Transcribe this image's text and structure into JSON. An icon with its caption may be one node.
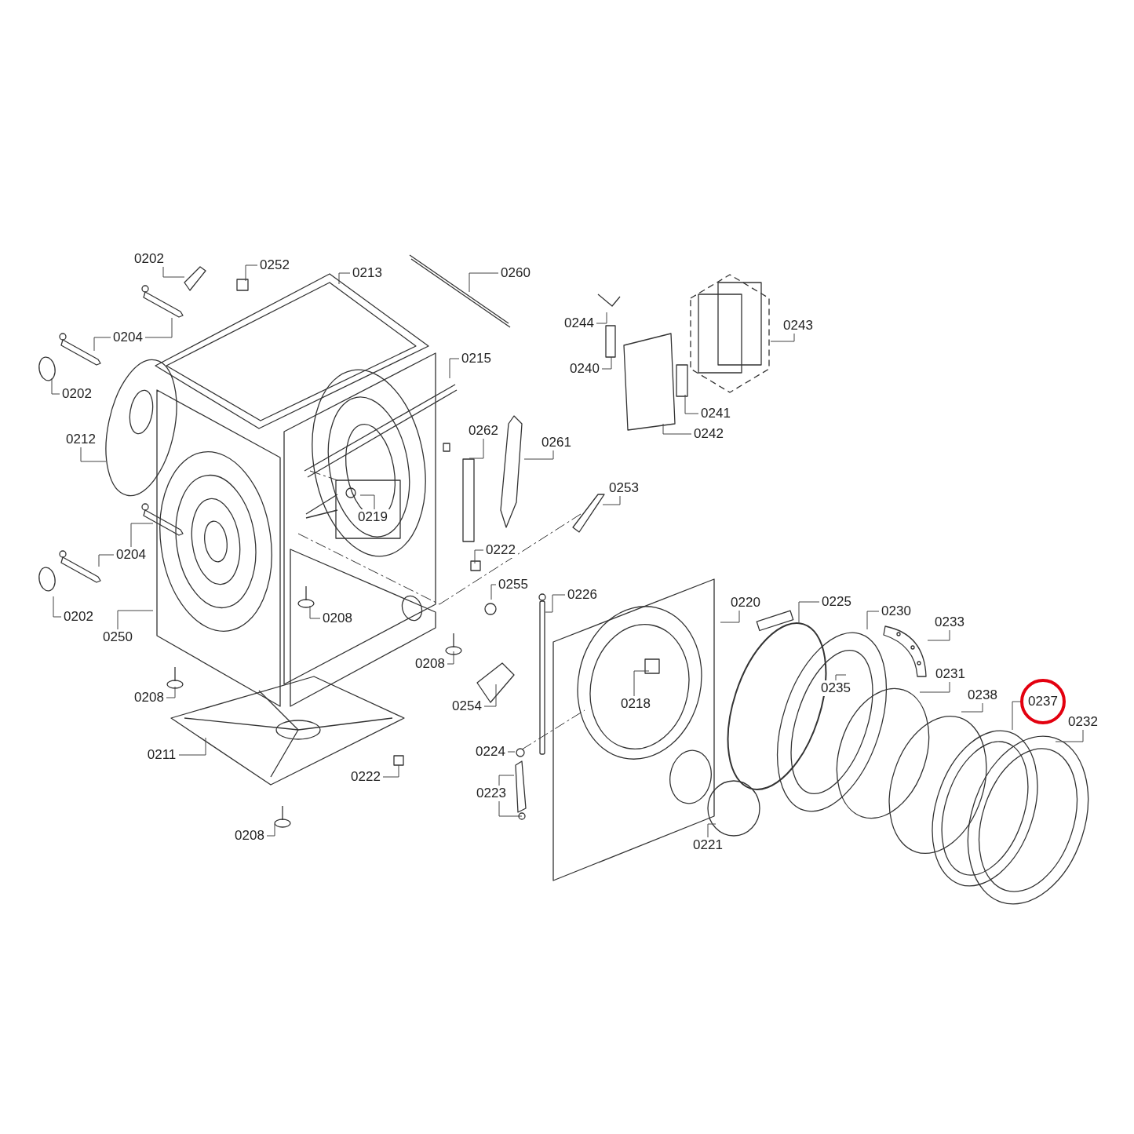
{
  "diagram": {
    "nodes": [
      {
        "text": [
          "0202"
        ]
      },
      {
        "text": [
          "0252"
        ]
      },
      {
        "text": [
          "0213"
        ]
      },
      {
        "text": [
          "0260"
        ]
      },
      {
        "text": [
          "0204"
        ]
      },
      {
        "text": [
          "0202"
        ]
      },
      {
        "text": [
          "0212"
        ]
      },
      {
        "text": [
          "0215"
        ]
      },
      {
        "text": [
          "0244"
        ]
      },
      {
        "text": [
          "0243"
        ]
      },
      {
        "text": [
          "0240"
        ]
      },
      {
        "text": [
          "0241"
        ]
      },
      {
        "text": [
          "0242"
        ]
      },
      {
        "text": [
          "0262"
        ]
      },
      {
        "text": [
          "0261"
        ]
      },
      {
        "text": [
          "0219"
        ]
      },
      {
        "text": [
          "0253"
        ]
      },
      {
        "text": [
          "0204"
        ]
      },
      {
        "text": [
          "0222"
        ]
      },
      {
        "text": [
          "0202"
        ]
      },
      {
        "text": [
          "0250"
        ]
      },
      {
        "text": [
          "0208"
        ]
      },
      {
        "text": [
          "0255"
        ]
      },
      {
        "text": [
          "0226"
        ]
      },
      {
        "text": [
          "0220"
        ]
      },
      {
        "text": [
          "0225"
        ]
      },
      {
        "text": [
          "0230"
        ]
      },
      {
        "text": [
          "0233"
        ]
      },
      {
        "text": [
          "0208"
        ]
      },
      {
        "text": [
          "0235"
        ]
      },
      {
        "text": [
          "0218"
        ]
      },
      {
        "text": [
          "0231"
        ]
      },
      {
        "text": [
          "0208"
        ]
      },
      {
        "text": [
          "0254"
        ]
      },
      {
        "text": [
          "0238"
        ]
      },
      {
        "text": [
          "0237"
        ]
      },
      {
        "text": [
          "0232"
        ]
      },
      {
        "text": [
          "0224"
        ]
      },
      {
        "text": [
          "0211"
        ]
      },
      {
        "text": [
          "0222"
        ]
      },
      {
        "text": [
          "0223"
        ]
      },
      {
        "text": [
          "0221"
        ]
      },
      {
        "text": [
          "0208"
        ]
      }
    ],
    "edges": [
      {
        "from": 0,
        "to": null,
        "arrow": "none"
      },
      {
        "from": 1,
        "to": null,
        "arrow": "none"
      },
      {
        "from": 2,
        "to": null,
        "arrow": "none"
      },
      {
        "from": 3,
        "to": null,
        "arrow": "none"
      },
      {
        "from": 4,
        "to": null,
        "arrow": "none"
      },
      {
        "from": 4,
        "to": null,
        "arrow": "none"
      },
      {
        "from": 5,
        "to": null,
        "arrow": "none"
      },
      {
        "from": 6,
        "to": null,
        "arrow": "none"
      },
      {
        "from": 7,
        "to": null,
        "arrow": "none"
      },
      {
        "from": 8,
        "to": null,
        "arrow": "none"
      },
      {
        "from": 9,
        "to": null,
        "arrow": "none"
      },
      {
        "from": 10,
        "to": null,
        "arrow": "none"
      },
      {
        "from": 11,
        "to": null,
        "arrow": "none"
      },
      {
        "from": 12,
        "to": null,
        "arrow": "none"
      },
      {
        "from": 13,
        "to": null,
        "arrow": "none"
      },
      {
        "from": 14,
        "to": null,
        "arrow": "none"
      },
      {
        "from": 15,
        "to": null,
        "arrow": "none"
      },
      {
        "from": 16,
        "to": null,
        "arrow": "none"
      },
      {
        "from": 17,
        "to": null,
        "arrow": "none"
      },
      {
        "from": 17,
        "to": null,
        "arrow": "none"
      },
      {
        "from": 18,
        "to": null,
        "arrow": "none"
      },
      {
        "from": 19,
        "to": null,
        "arrow": "none"
      },
      {
        "from": 20,
        "to": null,
        "arrow": "none"
      },
      {
        "from": 21,
        "to": null,
        "arrow": "none"
      },
      {
        "from": 22,
        "to": null,
        "arrow": "none"
      },
      {
        "from": 23,
        "to": null,
        "arrow": "none"
      },
      {
        "from": 24,
        "to": null,
        "arrow": "none"
      },
      {
        "from": 25,
        "to": null,
        "arrow": "none"
      },
      {
        "from": 26,
        "to": null,
        "arrow": "none"
      },
      {
        "from": 27,
        "to": null,
        "arrow": "none"
      },
      {
        "from": 28,
        "to": null,
        "arrow": "none"
      },
      {
        "from": 29,
        "to": null,
        "arrow": "none"
      },
      {
        "from": 30,
        "to": null,
        "arrow": "none"
      },
      {
        "from": 31,
        "to": null,
        "arrow": "none"
      },
      {
        "from": 32,
        "to": null,
        "arrow": "none"
      },
      {
        "from": 33,
        "to": null,
        "arrow": "none"
      },
      {
        "from": 34,
        "to": null,
        "arrow": "none"
      },
      {
        "from": 35,
        "to": null,
        "arrow": "none"
      },
      {
        "from": 36,
        "to": null,
        "arrow": "none"
      },
      {
        "from": 37,
        "to": null,
        "arrow": "none"
      },
      {
        "from": 38,
        "to": null,
        "arrow": "none"
      },
      {
        "from": 39,
        "to": null,
        "arrow": "none"
      },
      {
        "from": 40,
        "to": null,
        "arrow": "none"
      },
      {
        "from": 40,
        "to": null,
        "arrow": "none"
      },
      {
        "from": 41,
        "to": null,
        "arrow": "none"
      },
      {
        "from": 42,
        "to": null,
        "arrow": "none"
      }
    ]
  }
}
